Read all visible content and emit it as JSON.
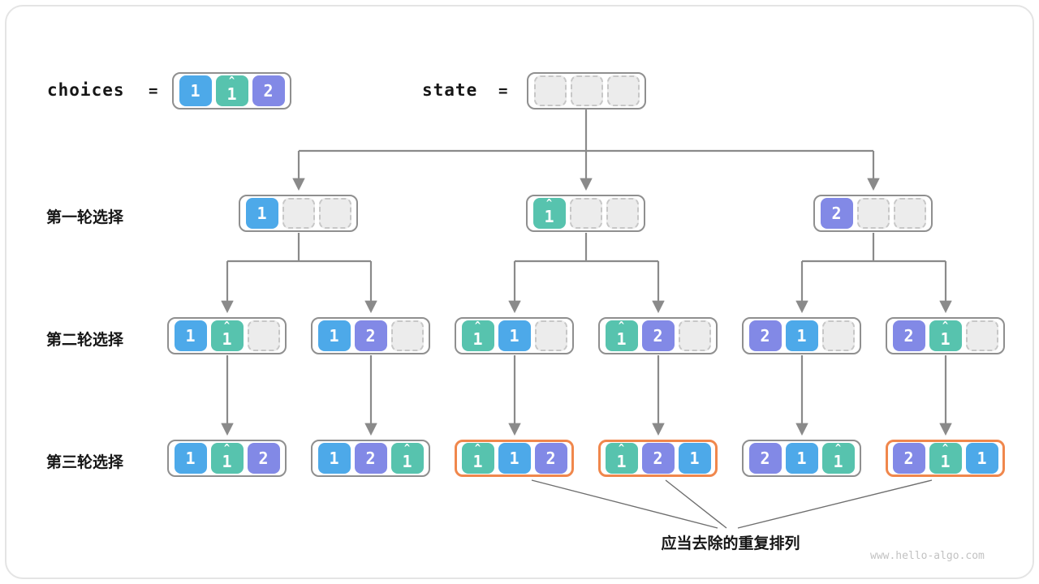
{
  "meta": {
    "watermark": "www.hello-algo.com"
  },
  "glyphs": {
    "hat": "^"
  },
  "header": {
    "choices_label": "choices",
    "choices_eq": "=",
    "state_label": "state",
    "state_eq": "=",
    "choices_cells": [
      {
        "text": "1",
        "color": "blue"
      },
      {
        "text": "1",
        "color": "teal",
        "hat": true
      },
      {
        "text": "2",
        "color": "purple"
      }
    ],
    "state_cells": [
      {
        "empty": true
      },
      {
        "empty": true
      },
      {
        "empty": true
      }
    ]
  },
  "rows": [
    {
      "label": "第一轮选择",
      "nodes": [
        {
          "cells": [
            {
              "text": "1",
              "color": "blue"
            },
            {
              "empty": true
            },
            {
              "empty": true
            }
          ]
        },
        {
          "cells": [
            {
              "text": "1",
              "color": "teal",
              "hat": true
            },
            {
              "empty": true
            },
            {
              "empty": true
            }
          ]
        },
        {
          "cells": [
            {
              "text": "2",
              "color": "purple"
            },
            {
              "empty": true
            },
            {
              "empty": true
            }
          ]
        }
      ]
    },
    {
      "label": "第二轮选择",
      "nodes": [
        {
          "cells": [
            {
              "text": "1",
              "color": "blue"
            },
            {
              "text": "1",
              "color": "teal",
              "hat": true
            },
            {
              "empty": true
            }
          ]
        },
        {
          "cells": [
            {
              "text": "1",
              "color": "blue"
            },
            {
              "text": "2",
              "color": "purple"
            },
            {
              "empty": true
            }
          ]
        },
        {
          "cells": [
            {
              "text": "1",
              "color": "teal",
              "hat": true
            },
            {
              "text": "1",
              "color": "blue"
            },
            {
              "empty": true
            }
          ]
        },
        {
          "cells": [
            {
              "text": "1",
              "color": "teal",
              "hat": true
            },
            {
              "text": "2",
              "color": "purple"
            },
            {
              "empty": true
            }
          ]
        },
        {
          "cells": [
            {
              "text": "2",
              "color": "purple"
            },
            {
              "text": "1",
              "color": "blue"
            },
            {
              "empty": true
            }
          ]
        },
        {
          "cells": [
            {
              "text": "2",
              "color": "purple"
            },
            {
              "text": "1",
              "color": "teal",
              "hat": true
            },
            {
              "empty": true
            }
          ]
        }
      ]
    },
    {
      "label": "第三轮选择",
      "nodes": [
        {
          "highlight": false,
          "cells": [
            {
              "text": "1",
              "color": "blue"
            },
            {
              "text": "1",
              "color": "teal",
              "hat": true
            },
            {
              "text": "2",
              "color": "purple"
            }
          ]
        },
        {
          "highlight": false,
          "cells": [
            {
              "text": "1",
              "color": "blue"
            },
            {
              "text": "2",
              "color": "purple"
            },
            {
              "text": "1",
              "color": "teal",
              "hat": true
            }
          ]
        },
        {
          "highlight": true,
          "cells": [
            {
              "text": "1",
              "color": "teal",
              "hat": true
            },
            {
              "text": "1",
              "color": "blue"
            },
            {
              "text": "2",
              "color": "purple"
            }
          ]
        },
        {
          "highlight": true,
          "cells": [
            {
              "text": "1",
              "color": "teal",
              "hat": true
            },
            {
              "text": "2",
              "color": "purple"
            },
            {
              "text": "1",
              "color": "blue"
            }
          ]
        },
        {
          "highlight": false,
          "cells": [
            {
              "text": "2",
              "color": "purple"
            },
            {
              "text": "1",
              "color": "blue"
            },
            {
              "text": "1",
              "color": "teal",
              "hat": true
            }
          ]
        },
        {
          "highlight": true,
          "cells": [
            {
              "text": "2",
              "color": "purple"
            },
            {
              "text": "1",
              "color": "teal",
              "hat": true
            },
            {
              "text": "1",
              "color": "blue"
            }
          ]
        }
      ]
    }
  ],
  "caption": "应当去除的重复排列",
  "colors": {
    "blue": "#4DA9E9",
    "teal": "#57C3AE",
    "purple": "#8289E6",
    "highlight": "#F0874C",
    "arrow": "#8A8A8A"
  }
}
